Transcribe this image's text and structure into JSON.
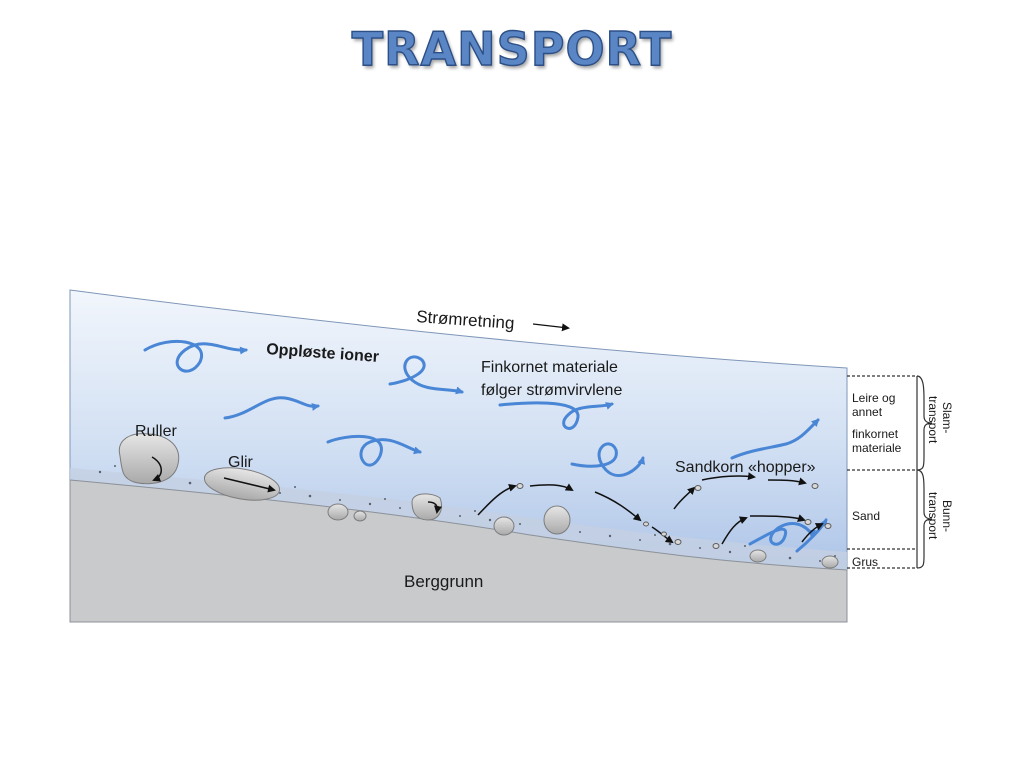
{
  "title": "TRANSPORT",
  "diagram": {
    "flow_direction": "Strømretning",
    "dissolved_ions": "Oppløste ioner",
    "fine_material_line1": "Finkornet materiale",
    "fine_material_line2": "følger strømvirvlene",
    "rolls": "Ruller",
    "slides": "Glir",
    "sand_hops": "Sandkorn «hopper»",
    "bedrock": "Berggrunn",
    "layers": {
      "clay_line1": "Leire og",
      "clay_line2": "annet",
      "clay_line3": "finkornet",
      "clay_line4": "materiale",
      "sand": "Sand",
      "gravel": "Grus"
    },
    "groups": {
      "suspension_line1": "Slam-",
      "suspension_line2": "transport",
      "bedload_line1": "Bunn-",
      "bedload_line2": "transport"
    }
  },
  "colors": {
    "title_fill": "#5b86c5",
    "water_top": "#f1f5fb",
    "water_bottom": "#b3c9ea",
    "bedrock": "#c8cacc",
    "swirl": "#4a86d6"
  }
}
